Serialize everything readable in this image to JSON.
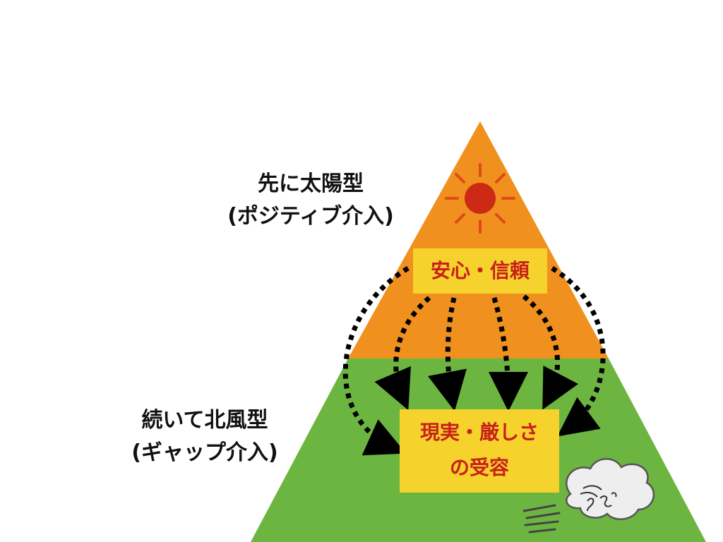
{
  "labels": {
    "sun_title": "先に太陽型",
    "sun_sub": "(ポジティブ介入)",
    "wind_title": "続いて北風型",
    "wind_sub": "(ギャップ介入)"
  },
  "boxes": {
    "top": "安心・信頼",
    "bottom_line1": "現実・厳しさ",
    "bottom_line2": "の受容"
  },
  "colors": {
    "top_section": "#f0901f",
    "bottom_section": "#6cb540",
    "box_fill": "#f6d22d",
    "box_text": "#c8201a",
    "sun": "#cc2a14",
    "sun_rays": "#e04a1a",
    "arrows": "#000000"
  },
  "icons": [
    "sun-icon",
    "north-wind-cloud-icon"
  ]
}
